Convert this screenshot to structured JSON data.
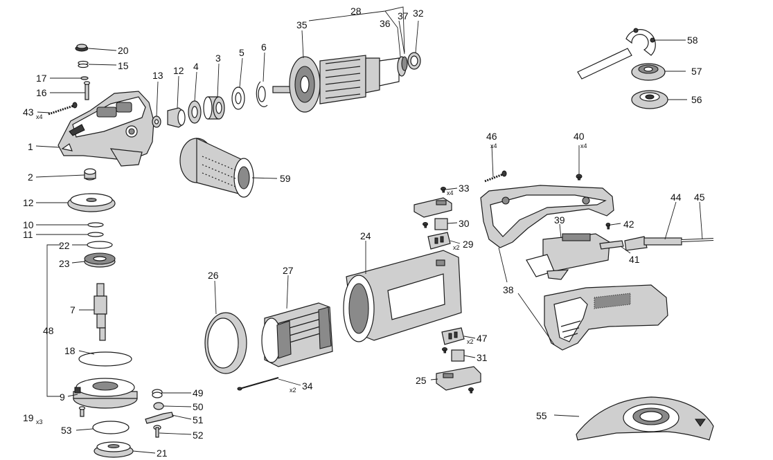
{
  "callouts": [
    {
      "id": "20"
    },
    {
      "id": "15"
    },
    {
      "id": "17"
    },
    {
      "id": "16"
    },
    {
      "id": "43"
    },
    {
      "id": "1"
    },
    {
      "id": "13"
    },
    {
      "id": "12"
    },
    {
      "id": "4"
    },
    {
      "id": "3"
    },
    {
      "id": "5"
    },
    {
      "id": "6"
    },
    {
      "id": "35"
    },
    {
      "id": "28"
    },
    {
      "id": "36"
    },
    {
      "id": "37"
    },
    {
      "id": "32"
    },
    {
      "id": "58"
    },
    {
      "id": "57"
    },
    {
      "id": "56"
    },
    {
      "id": "2"
    },
    {
      "id": "59"
    },
    {
      "id": "12"
    },
    {
      "id": "10"
    },
    {
      "id": "11"
    },
    {
      "id": "22"
    },
    {
      "id": "23"
    },
    {
      "id": "48"
    },
    {
      "id": "7"
    },
    {
      "id": "18"
    },
    {
      "id": "9"
    },
    {
      "id": "19"
    },
    {
      "id": "53"
    },
    {
      "id": "21"
    },
    {
      "id": "49"
    },
    {
      "id": "50"
    },
    {
      "id": "51"
    },
    {
      "id": "52"
    },
    {
      "id": "26"
    },
    {
      "id": "27"
    },
    {
      "id": "34"
    },
    {
      "id": "24"
    },
    {
      "id": "46"
    },
    {
      "id": "40"
    },
    {
      "id": "33"
    },
    {
      "id": "30"
    },
    {
      "id": "29"
    },
    {
      "id": "44"
    },
    {
      "id": "45"
    },
    {
      "id": "39"
    },
    {
      "id": "42"
    },
    {
      "id": "41"
    },
    {
      "id": "38"
    },
    {
      "id": "47"
    },
    {
      "id": "31"
    },
    {
      "id": "25"
    },
    {
      "id": "55"
    }
  ],
  "quantities": [
    "x4",
    "x4",
    "x4",
    "x4",
    "x2",
    "x2",
    "x2",
    "x3"
  ]
}
